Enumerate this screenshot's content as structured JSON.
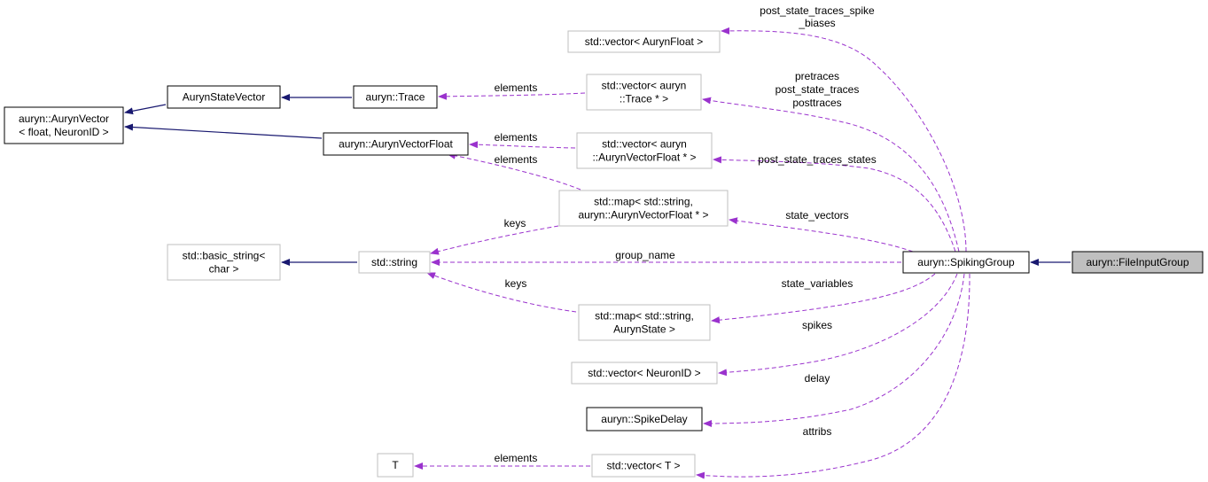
{
  "colors": {
    "inheritance": "#191970",
    "usage": "#9a32cd",
    "node_border_documented": "#000000",
    "node_border_undocumented": "#bfbfbf",
    "node_fill": "#ffffff",
    "node_fill_highlight": "#bfbfbf"
  },
  "nodes": [
    {
      "id": "fileinputgroup",
      "lines": [
        "auryn::FileInputGroup"
      ],
      "style": "highlight"
    },
    {
      "id": "spikinggroup",
      "lines": [
        "auryn::SpikingGroup"
      ],
      "style": "documented"
    },
    {
      "id": "vector-aurynfloat",
      "lines": [
        "std::vector< AurynFloat >"
      ],
      "style": "undocumented"
    },
    {
      "id": "vector-trace",
      "lines": [
        "std::vector< auryn",
        "::Trace * >"
      ],
      "style": "undocumented"
    },
    {
      "id": "trace",
      "lines": [
        "auryn::Trace"
      ],
      "style": "documented"
    },
    {
      "id": "aurynstatevector",
      "lines": [
        "AurynStateVector"
      ],
      "style": "documented"
    },
    {
      "id": "aurynvector",
      "lines": [
        "auryn::AurynVector",
        "< float, NeuronID >"
      ],
      "style": "documented"
    },
    {
      "id": "vector-aurynvectorfloat",
      "lines": [
        "std::vector< auryn",
        "::AurynVectorFloat * >"
      ],
      "style": "undocumented"
    },
    {
      "id": "aurynvectorfloat",
      "lines": [
        "auryn::AurynVectorFloat"
      ],
      "style": "documented"
    },
    {
      "id": "map-string-vectorfloat",
      "lines": [
        "std::map< std::string,",
        "auryn::AurynVectorFloat * >"
      ],
      "style": "undocumented"
    },
    {
      "id": "string",
      "lines": [
        "std::string"
      ],
      "style": "undocumented"
    },
    {
      "id": "basic-string",
      "lines": [
        "std::basic_string<",
        "char >"
      ],
      "style": "undocumented"
    },
    {
      "id": "map-string-state",
      "lines": [
        "std::map< std::string,",
        "AurynState >"
      ],
      "style": "undocumented"
    },
    {
      "id": "vector-neuronid",
      "lines": [
        "std::vector< NeuronID >"
      ],
      "style": "undocumented"
    },
    {
      "id": "spikedelay",
      "lines": [
        "auryn::SpikeDelay"
      ],
      "style": "documented"
    },
    {
      "id": "t",
      "lines": [
        "T"
      ],
      "style": "undocumented"
    },
    {
      "id": "vector-t",
      "lines": [
        "std::vector< T >"
      ],
      "style": "undocumented"
    }
  ],
  "edges": [
    {
      "id": "spikinggroup-to-fileinputgroup",
      "kind": "inheritance",
      "labels": []
    },
    {
      "id": "vector-aurynfloat-to-spikinggroup",
      "kind": "usage",
      "labels": [
        "post_state_traces_spike",
        "_biases"
      ]
    },
    {
      "id": "vector-trace-to-spikinggroup",
      "kind": "usage",
      "labels": [
        "pretraces",
        "post_state_traces",
        "posttraces"
      ]
    },
    {
      "id": "trace-to-vector-trace",
      "kind": "usage",
      "labels": [
        "elements"
      ]
    },
    {
      "id": "aurynstatevector-to-trace",
      "kind": "inheritance",
      "labels": []
    },
    {
      "id": "aurynvector-to-aurynstatevector",
      "kind": "inheritance",
      "labels": []
    },
    {
      "id": "aurynvector-to-aurynvectorfloat",
      "kind": "inheritance",
      "labels": []
    },
    {
      "id": "aurynvectorfloat-to-vector-aurynvectorfloat",
      "kind": "usage",
      "labels": [
        "elements"
      ]
    },
    {
      "id": "aurynvectorfloat-to-map",
      "kind": "usage",
      "labels": [
        "elements"
      ]
    },
    {
      "id": "vector-aurynvectorfloat-to-spikinggroup",
      "kind": "usage",
      "labels": [
        "post_state_traces_states"
      ]
    },
    {
      "id": "map-string-vectorfloat-to-spikinggroup",
      "kind": "usage",
      "labels": [
        "state_vectors"
      ]
    },
    {
      "id": "string-to-map-vectorfloat",
      "kind": "usage",
      "labels": [
        "keys"
      ]
    },
    {
      "id": "string-to-spikinggroup",
      "kind": "usage",
      "labels": [
        "group_name"
      ]
    },
    {
      "id": "basic-string-to-string",
      "kind": "inheritance",
      "labels": []
    },
    {
      "id": "string-to-map-state",
      "kind": "usage",
      "labels": [
        "keys"
      ]
    },
    {
      "id": "map-string-state-to-spikinggroup",
      "kind": "usage",
      "labels": [
        "state_variables"
      ]
    },
    {
      "id": "vector-neuronid-to-spikinggroup",
      "kind": "usage",
      "labels": [
        "spikes"
      ]
    },
    {
      "id": "spikedelay-to-spikinggroup",
      "kind": "usage",
      "labels": [
        "delay"
      ]
    },
    {
      "id": "vector-t-to-spikinggroup",
      "kind": "usage",
      "labels": [
        "attribs"
      ]
    },
    {
      "id": "t-to-vector-t",
      "kind": "usage",
      "labels": [
        "elements"
      ]
    }
  ]
}
